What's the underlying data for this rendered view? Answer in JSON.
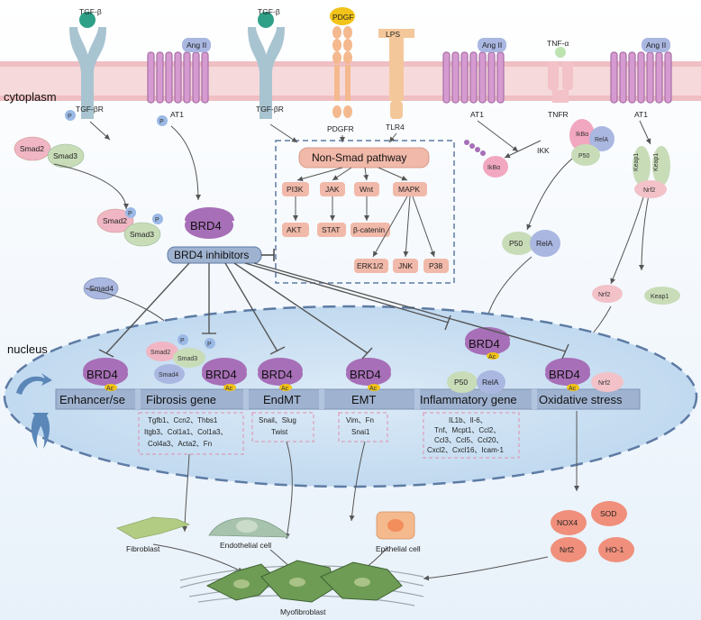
{
  "title": "",
  "compartments": {
    "cytoplasm": "cytoplasm",
    "nucleus": "nucleus"
  },
  "membrane": {
    "ligand_tgfb": "TGF-β",
    "receptor_tgfbr": "TGF-βR",
    "ligand_angii": "Ang II",
    "receptor_at1": "AT1",
    "ligand_pdgf": "PDGF",
    "receptor_pdgfr": "PDGFR",
    "ligand_lps": "LPS",
    "receptor_tlr4": "TLR4",
    "ligand_tnfa": "TNF-α",
    "receptor_tnfr": "TNFR"
  },
  "cytoplasm": {
    "p": "P",
    "smad2": "Smad2",
    "smad3": "Smad3",
    "smad4": "Smad4",
    "brd4": "BRD4",
    "brd4_inhibitors": "BRD4 inhibitors",
    "ikk": "IKK",
    "ikba": "IkBα",
    "p50": "P50",
    "rela": "RelA",
    "keap1": "Keap1",
    "nrf2": "Nrf2"
  },
  "non_smad": {
    "title": "Non-Smad pathway",
    "nodes": [
      "PI3K",
      "JAK",
      "Wnt",
      "MAPK",
      "AKT",
      "STAT",
      "β-catenin",
      "ERK1/2",
      "JNK",
      "P38"
    ]
  },
  "nucleus_panel": {
    "brd4": "BRD4",
    "ac": "Ac",
    "segments": [
      "Enhancer/se",
      "Fibrosis gene",
      "EndMT",
      "EMT",
      "Inflammatory gene",
      "Oxidative stress"
    ],
    "fibrosis_genes": [
      "Tgfb1、Ccn2、Thbs1",
      "Itgb3、Col1a1、Col1a3、",
      "Col4a3、Acta2、Fn"
    ],
    "endmt_genes": [
      "Snail、Slug",
      "Twist"
    ],
    "emt_genes": [
      "Vim、Fn",
      "Snai1"
    ],
    "inflammatory_genes": [
      "IL1b、Il-6、",
      "Tnf、Mcpt1、Ccl2、",
      "Ccl3、Ccl5、Ccl20、",
      "Cxcl2、Cxcl16、Icam-1"
    ]
  },
  "outputs": {
    "fibroblast": "Fibroblast",
    "endothelial": "Endothelial cell",
    "epithelial": "Epithelial cell",
    "myofibroblast": "Myofibroblast",
    "oxidative": [
      "NOX4",
      "SOD",
      "Nrf2",
      "HO-1"
    ]
  },
  "colors": {
    "membrane": "#f2c9cc",
    "receptor_blue": "#a9c4d1",
    "receptor_purple": "#c78fc3",
    "brd4": "#a76fb7",
    "bar": "#9fb3d1",
    "nucleus": "#c9dff0",
    "smad2": "#f0b6c4",
    "smad3": "#c8dcb8",
    "p_ball": "#9bb9e6",
    "salmon": "#f0b4a0",
    "node": "#f1b9a9"
  }
}
